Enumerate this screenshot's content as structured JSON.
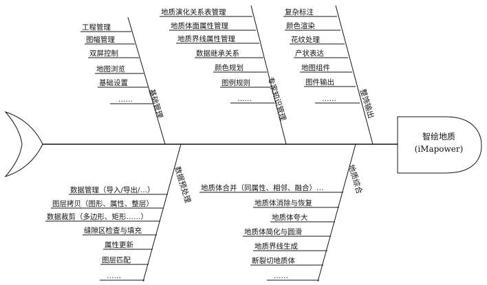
{
  "head": {
    "line1": "智绘地质",
    "line2": "(iMapower)"
  },
  "bones": {
    "basic": {
      "title": "基础管理",
      "items": [
        "工程管理",
        "图幅管理",
        "双屏控制",
        "地图浏览",
        "基础设置",
        "……"
      ]
    },
    "expert": {
      "title": "专家知识管理",
      "items": [
        "地质演化关系表管理",
        "地质体面属性管理",
        "地质界线属性管理",
        "数据继承关系",
        "颜色规划",
        "图例规则",
        "……"
      ]
    },
    "decor": {
      "title": "整饰输出",
      "items": [
        "复杂标注",
        "颜色渲染",
        "花纹处理",
        "产状表达",
        "地图组件",
        "图件输出",
        "……"
      ]
    },
    "preprocess": {
      "title": "数据预处理",
      "items": [
        "数据管理（导入/导出/…）",
        "图层拷贝（图形、属性、整层）",
        "数据裁剪（多边形、矩形……）",
        "缝隙区检查与填充",
        "属性更新",
        "图层匹配",
        "……"
      ]
    },
    "synthesis": {
      "title": "地质综合",
      "items": [
        "地质体合并（同属性、相邻、融合）…",
        "地质体消除与恢复",
        "地质体夸大",
        "地质体简化与圆滑",
        "地质界线生成",
        "断裂切地质体",
        "……"
      ]
    }
  }
}
